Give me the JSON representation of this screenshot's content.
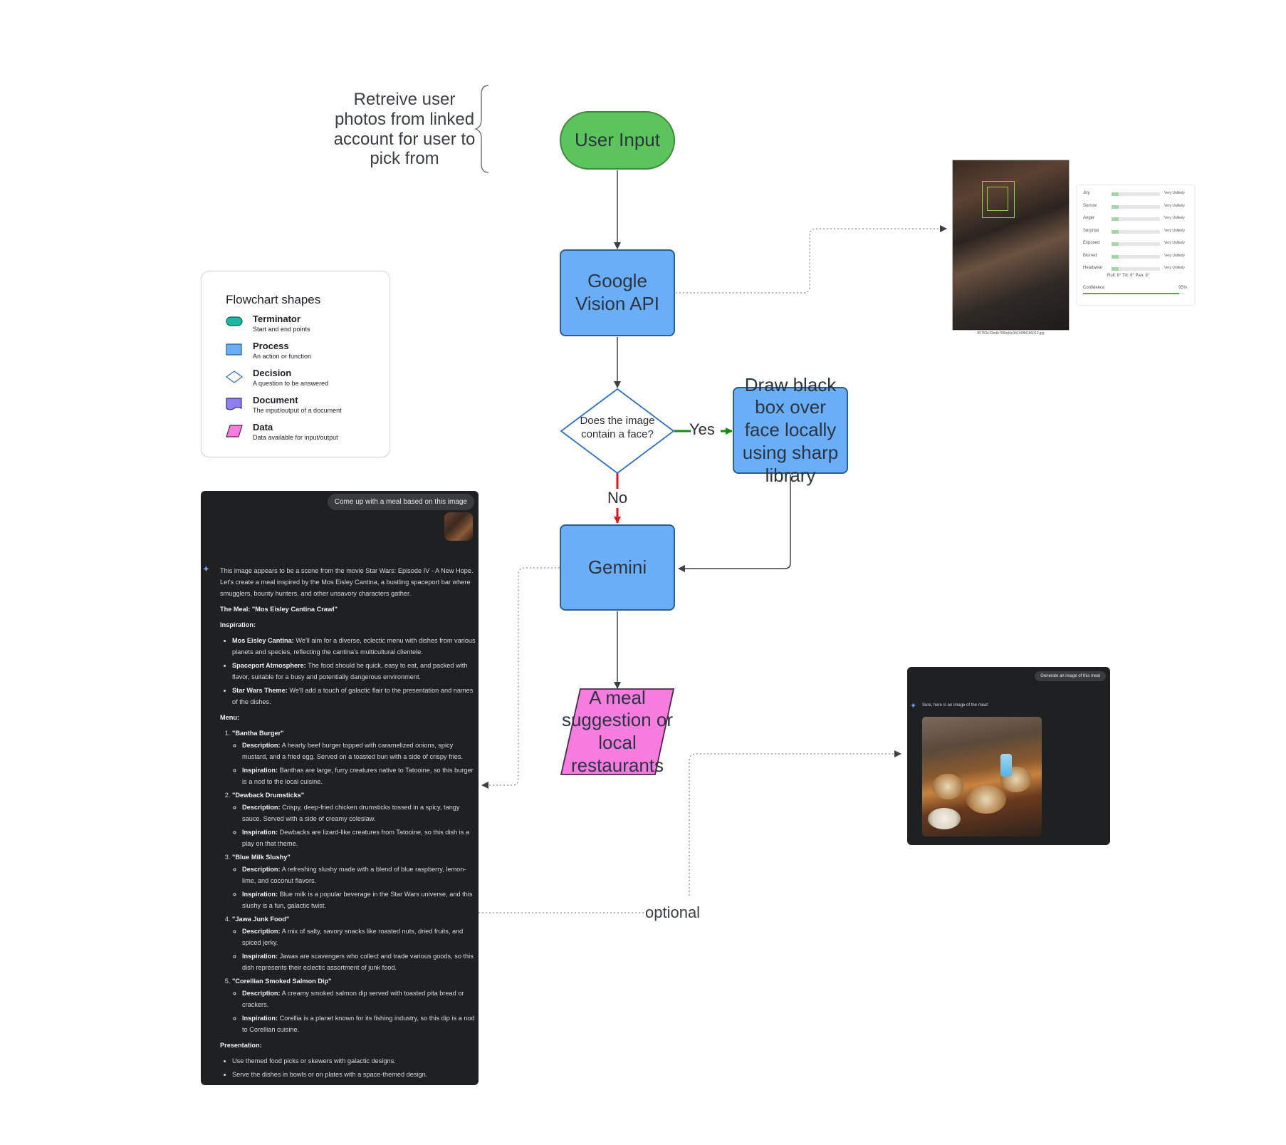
{
  "nodes": {
    "user_input": "User Input",
    "vision_api": "Google Vision API",
    "decision": "Does the image contain a face?",
    "draw_box": "Draw black box over face locally using sharp library",
    "gemini": "Gemini",
    "meal": "A meal suggestion or local restaurants"
  },
  "edge_labels": {
    "yes": "Yes",
    "no": "No",
    "optional": "optional"
  },
  "note": "Retreive user photos from linked account for user to pick from",
  "legend": {
    "title": "Flowchart shapes",
    "items": [
      {
        "name": "Terminator",
        "desc": "Start and end points",
        "color": "#1fb5a0"
      },
      {
        "name": "Process",
        "desc": "An action or function",
        "color": "#6aaef7"
      },
      {
        "name": "Decision",
        "desc": "A question to be answered",
        "color": "#ffffff"
      },
      {
        "name": "Document",
        "desc": "The input/output of a document",
        "color": "#8f7ef0"
      },
      {
        "name": "Data",
        "desc": "Data available for input/output",
        "color": "#f77ce0"
      }
    ]
  },
  "vision": {
    "filename": "85753e33edb706bd4e3b109ffd186013.jpg",
    "rows": [
      {
        "label": "Joy",
        "value": "Very Unlikely",
        "level": 0.15
      },
      {
        "label": "Sorrow",
        "value": "Very Unlikely",
        "level": 0.15
      },
      {
        "label": "Anger",
        "value": "Very Unlikely",
        "level": 0.15
      },
      {
        "label": "Surprise",
        "value": "Very Unlikely",
        "level": 0.15
      },
      {
        "label": "Exposed",
        "value": "Very Unlikely",
        "level": 0.15
      },
      {
        "label": "Blurred",
        "value": "Very Unlikely",
        "level": 0.15
      },
      {
        "label": "Headwear",
        "value": "Very Unlikely",
        "level": 0.15
      }
    ],
    "angles": "Roll: 9°   Tilt: 8°   Pan: 8°",
    "confidence_label": "Confidence",
    "confidence_value": "95%",
    "confidence": 0.95
  },
  "chat": {
    "prompt": "Come up with a meal based on this image",
    "intro": "This image appears to be a scene from the movie Star Wars: Episode IV - A New Hope. Let's create a meal inspired by the Mos Eisley Cantina, a bustling spaceport bar where smugglers, bounty hunters, and other unsavory characters gather.",
    "meal_label": "The Meal: \"Mos Eisley Cantina Crawl\"",
    "inspiration_label": "Inspiration:",
    "inspirations": [
      {
        "title": "Mos Eisley Cantina:",
        "text": " We'll aim for a diverse, eclectic menu with dishes from various planets and species, reflecting the cantina's multicultural clientele."
      },
      {
        "title": "Spaceport Atmosphere:",
        "text": " The food should be quick, easy to eat, and packed with flavor, suitable for a busy and potentially dangerous environment."
      },
      {
        "title": "Star Wars Theme:",
        "text": " We'll add a touch of galactic flair to the presentation and names of the dishes."
      }
    ],
    "menu_label": "Menu:",
    "desc_label": "Description:",
    "insp_label": "Inspiration:",
    "menu": [
      {
        "name": "\"Bantha Burger\"",
        "description": " A hearty beef burger topped with caramelized onions, spicy mustard, and a fried egg. Served on a toasted bun with a side of crispy fries.",
        "inspiration": " Banthas are large, furry creatures native to Tatooine, so this burger is a nod to the local cuisine."
      },
      {
        "name": "\"Dewback Drumsticks\"",
        "description": " Crispy, deep-fried chicken drumsticks tossed in a spicy, tangy sauce. Served with a side of creamy coleslaw.",
        "inspiration": " Dewbacks are lizard-like creatures from Tatooine, so this dish is a play on that theme."
      },
      {
        "name": "\"Blue Milk Slushy\"",
        "description": " A refreshing slushy made with a blend of blue raspberry, lemon-lime, and coconut flavors.",
        "inspiration": " Blue milk is a popular beverage in the Star Wars universe, and this slushy is a fun, galactic twist."
      },
      {
        "name": "\"Jawa Junk Food\"",
        "description": " A mix of salty, savory snacks like roasted nuts, dried fruits, and spiced jerky.",
        "inspiration": " Jawas are scavengers who collect and trade various goods, so this dish represents their eclectic assortment of junk food."
      },
      {
        "name": "\"Corellian Smoked Salmon Dip\"",
        "description": " A creamy smoked salmon dip served with toasted pita bread or crackers.",
        "inspiration": " Corellia is a planet known for its fishing industry, so this dip is a nod to Corellian cuisine."
      }
    ],
    "presentation_label": "Presentation:",
    "presentation": [
      "Use themed food picks or skewers with galactic designs.",
      "Serve the dishes in bowls or on plates with a space-themed design."
    ]
  },
  "gen": {
    "prompt": "Generate an image of this meal",
    "reply": "Sure, here is an image of the meal:"
  }
}
